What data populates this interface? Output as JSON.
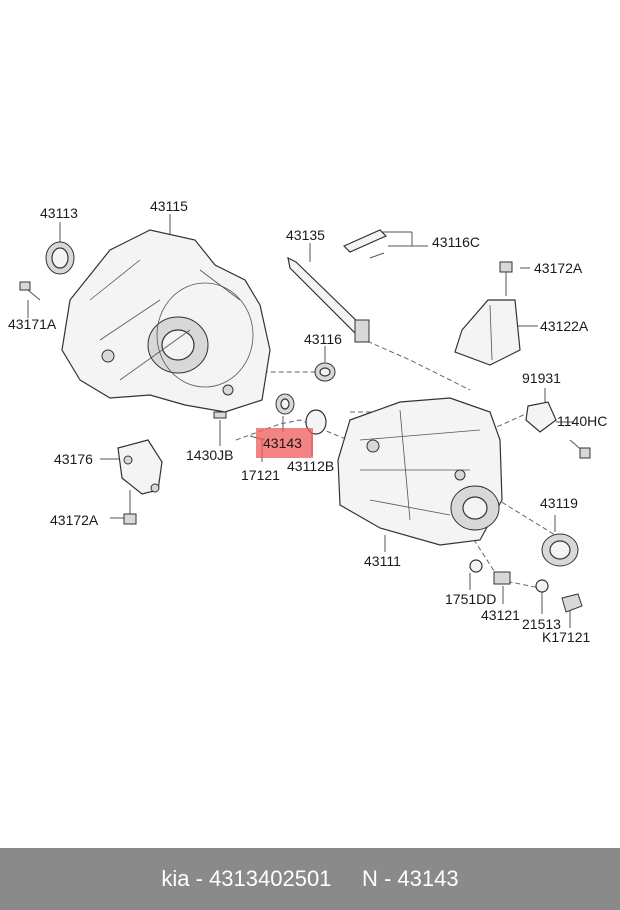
{
  "diagram": {
    "highlight_color": "#f05a5a",
    "footer_bg": "#8a8a8a",
    "labels": {
      "p43113": "43113",
      "p43115": "43115",
      "p43171A": "43171A",
      "p43135": "43135",
      "p43116C": "43116C",
      "p43172A_top": "43172A",
      "p43122A": "43122A",
      "p43116": "43116",
      "p91931": "91931",
      "p1140HC": "1140HC",
      "p43176": "43176",
      "p1430JB": "1430JB",
      "p43143": "43143",
      "p17121": "17121",
      "p43112B": "43112B",
      "p43119": "43119",
      "p43172A_bottom": "43172A",
      "p43111": "43111",
      "p1751DD": "1751DD",
      "p43121": "43121",
      "p21513": "21513",
      "pK17121": "K17121"
    }
  },
  "footer": {
    "text": "kia - 4313402501     N - 43143"
  }
}
